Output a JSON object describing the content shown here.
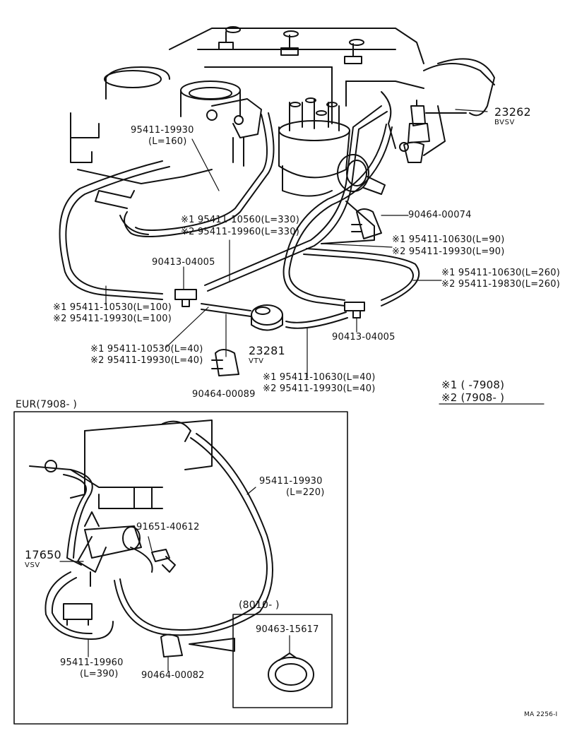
{
  "labels": {
    "p23262": "23262",
    "p23262_name": "BVSV",
    "p95411_19930_top": "95411-19930",
    "p95411_19930_top_len": "(L=160)",
    "p90464_00074": "90464-00074",
    "s1_10560": "※1 95411-10560(L=330)",
    "s2_19960_330": "※2 95411-19960(L=330)",
    "s1_10630_90": "※1 95411-10630(L=90)",
    "s2_19930_90": "※2 95411-19930(L=90)",
    "p90413_04005_left": "90413-04005",
    "s1_10630_260": "※1 95411-10630(L=260)",
    "s2_19830_260": "※2 95411-19830(L=260)",
    "s1_10530_100": "※1 95411-10530(L=100)",
    "s2_19930_100": "※2 95411-19930(L=100)",
    "p90413_04005_right": "90413-04005",
    "s1_10530_40": "※1 95411-10530(L=40)",
    "s2_19930_40_left": "※2 95411-19930(L=40)",
    "p23281": "23281",
    "p23281_name": "VTV",
    "p90464_00089": "90464-00089",
    "s1_10630_40": "※1 95411-10630(L=40)",
    "s2_19930_40_right": "※2 95411-19930(L=40)",
    "legend_1": "※1 (        -7908)",
    "legend_2": "※2 (7908-          )",
    "eur": "EUR(7908-        )",
    "p95411_19930_220": "95411-19930",
    "p95411_19930_220_len": "(L=220)",
    "p91651_40612": "91651-40612",
    "p17650": "17650",
    "p17650_name": "VSV",
    "p8010": "(8010-          )",
    "p90463_15617": "90463-15617",
    "p95411_19960": "95411-19960",
    "p95411_19960_len": "(L=390)",
    "p90464_00082": "90464-00082",
    "figure_id": "MA  2256-I"
  }
}
